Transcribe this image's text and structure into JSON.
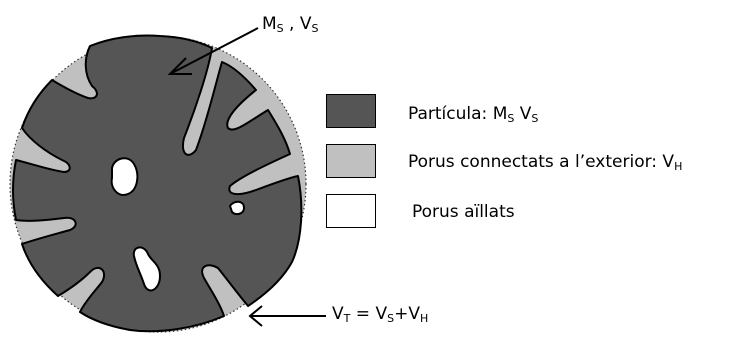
{
  "labels": {
    "top_arrow": {
      "m": "M",
      "m_sub": "S",
      "sep": " , ",
      "v": "V",
      "v_sub": "S"
    },
    "bottom_arrow": {
      "vt": "V",
      "vt_sub": "T",
      "eq": " = ",
      "vs": "V",
      "vs_sub": "S",
      "plus": "+",
      "vh": "V",
      "vh_sub": "H"
    }
  },
  "legend": [
    {
      "prefix": "Partícula: ",
      "parts": [
        [
          "M",
          "S"
        ],
        [
          " V",
          "S"
        ]
      ],
      "color": "#555555"
    },
    {
      "prefix": "Porus connectats a l’exterior: ",
      "parts": [
        [
          "V",
          "H"
        ]
      ],
      "color": "#c0c0c0"
    },
    {
      "prefix": "Porus aïllats",
      "parts": [],
      "color": "#ffffff"
    }
  ],
  "colors": {
    "particle": "#555555",
    "connected_pores": "#c0c0c0",
    "isolated_pores": "#ffffff",
    "outline": "#000000"
  }
}
